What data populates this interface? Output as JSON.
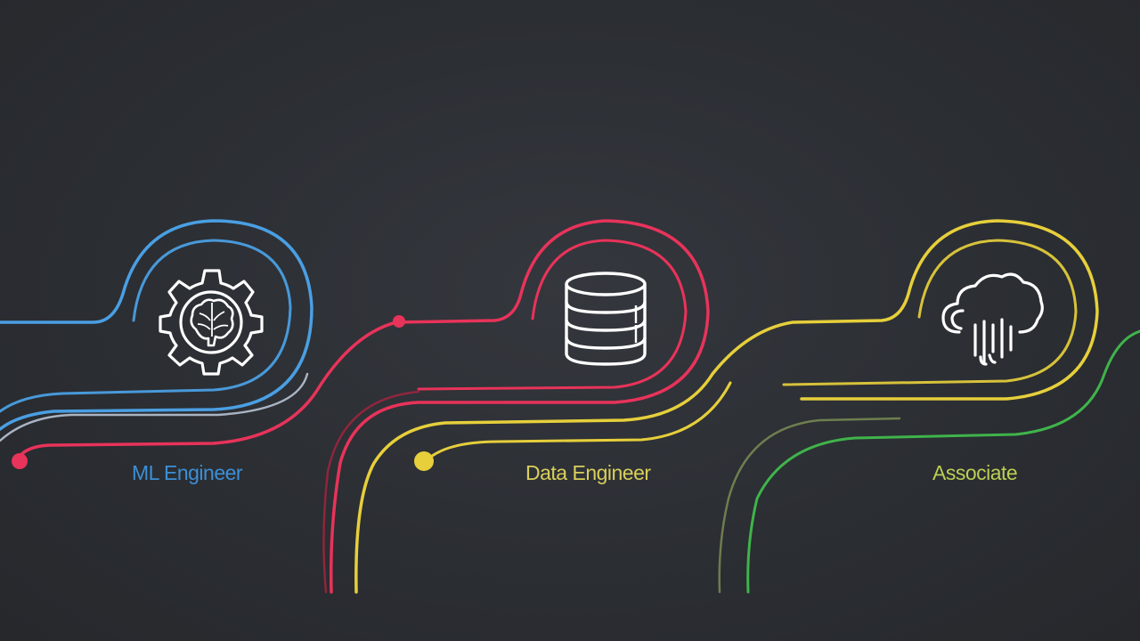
{
  "nodes": [
    {
      "label": "ML Engineer",
      "color": "#4a9fe3",
      "icon": "gear-brain-icon"
    },
    {
      "label": "Data Engineer",
      "color": "#e8335a",
      "icon": "database-icon"
    },
    {
      "label": "Associate",
      "color": "#e6cf3b",
      "icon": "cloud-rain-icon"
    }
  ],
  "colors": {
    "background": "#2b2e33",
    "blue": "#4a9fe3",
    "red": "#e8335a",
    "yellow": "#e6cf3b",
    "green": "#3fb44a",
    "label_blue": "#3d8fd6",
    "label_yellow": "#d9cf5a",
    "label_green": "#b8cf52"
  }
}
